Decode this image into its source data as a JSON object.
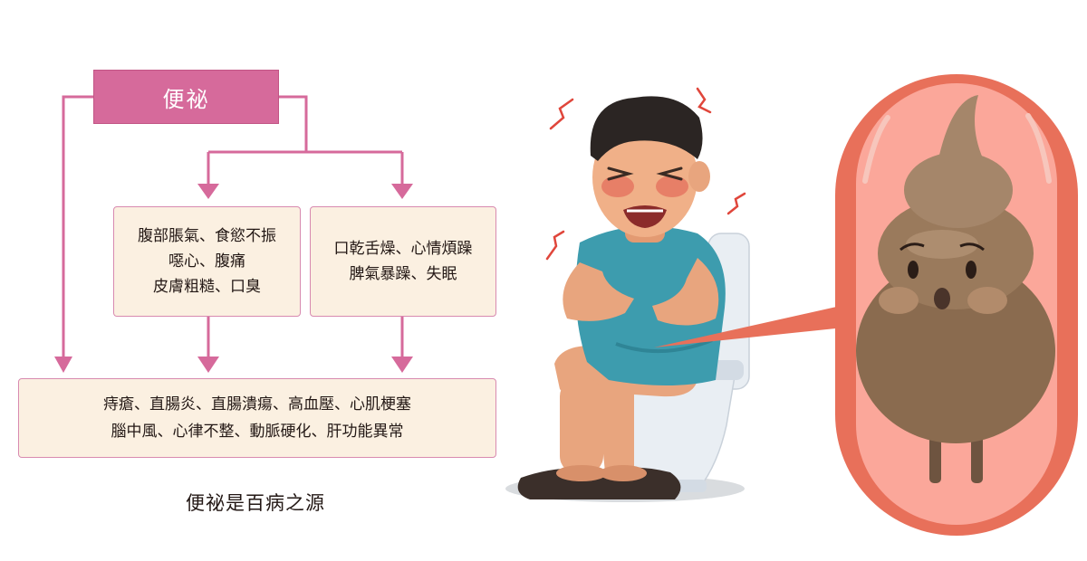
{
  "diagram": {
    "root": {
      "label": "便祕"
    },
    "symptoms_left": {
      "lines": [
        "腹部脹氣、食慾不振",
        "噁心、腹痛",
        "皮膚粗糙、口臭"
      ]
    },
    "symptoms_right": {
      "lines": [
        "口乾舌燥、心情煩躁",
        "脾氣暴躁、失眠"
      ]
    },
    "diseases": {
      "lines": [
        "痔瘡、直腸炎、直腸潰瘍、高血壓、心肌梗塞",
        "腦中風、心律不整、動脈硬化、肝功能異常"
      ]
    },
    "caption": "便祕是百病之源"
  },
  "colors": {
    "accent_pink": "#d66a9b",
    "box_fill": "#fbf0e1",
    "intestine_red": "#e8705a",
    "poop_brown": "#8a6b4f",
    "shirt_teal": "#3d9cae"
  },
  "illustrations": {
    "left": "man-straining-on-toilet",
    "right": "sad-poop-in-intestine"
  }
}
